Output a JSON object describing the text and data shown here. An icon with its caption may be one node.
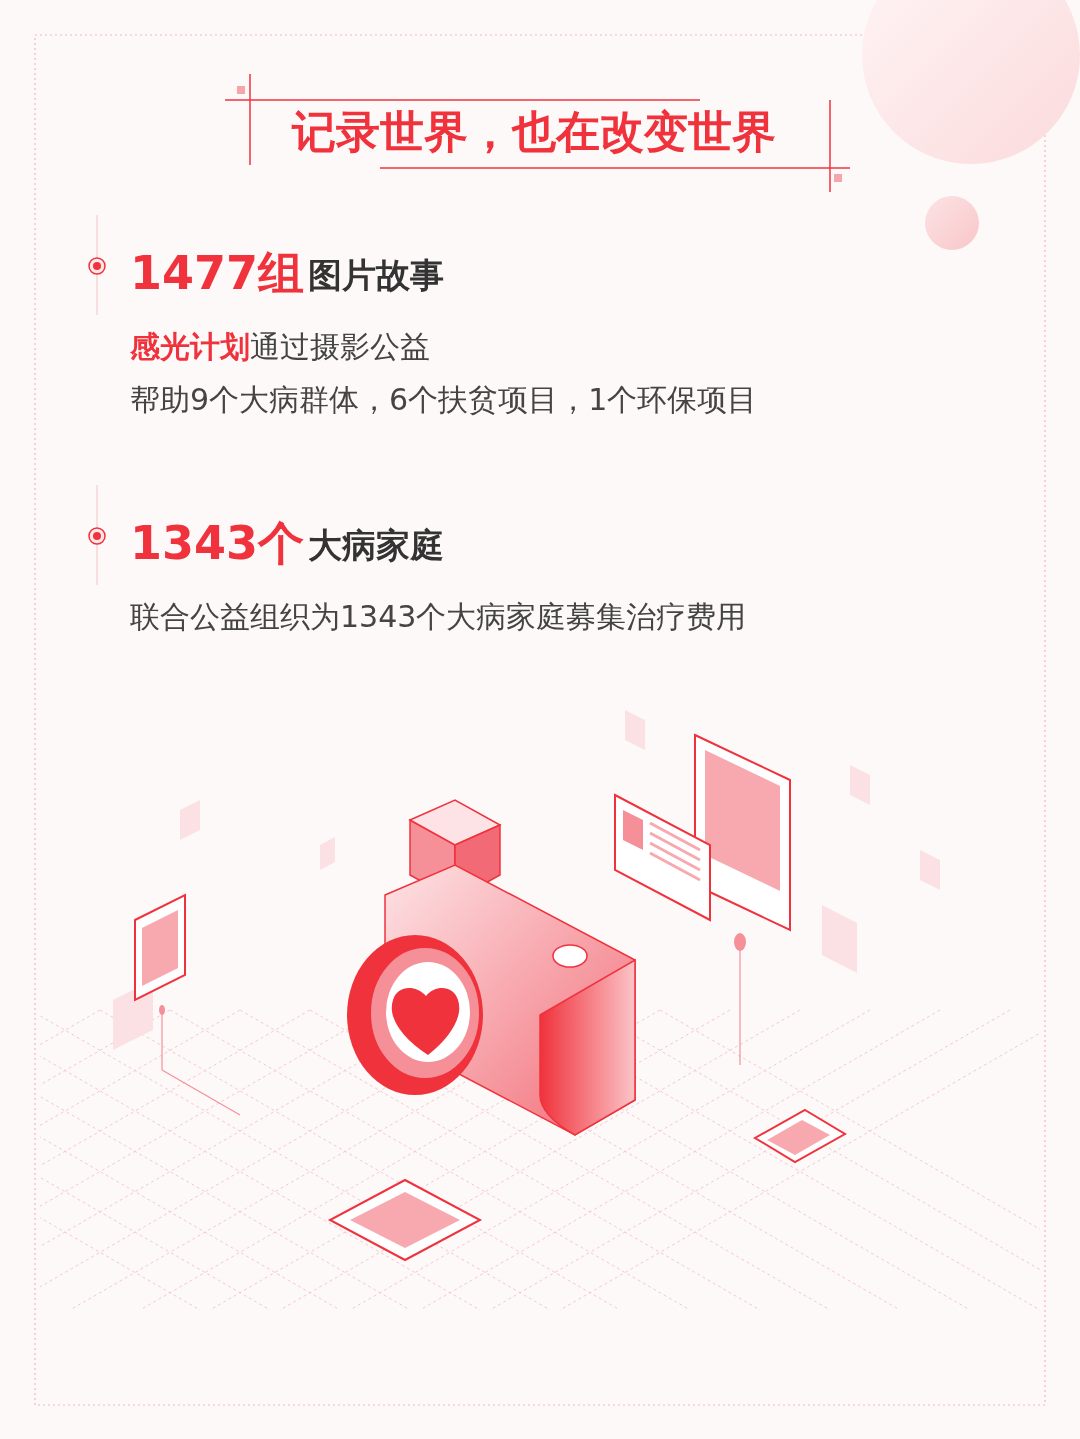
{
  "diagram": {
    "title": "记录世界，也在改变世界",
    "labels": [
      "1477组",
      "图片故事",
      "**感光计划**通过摄影公益",
      "帮助9个大病群体，6个扶贫项目，1个环保项目",
      "1343个",
      "大病家庭",
      "联合公益组织为1343个大病家庭募集治疗费用"
    ]
  }
}
